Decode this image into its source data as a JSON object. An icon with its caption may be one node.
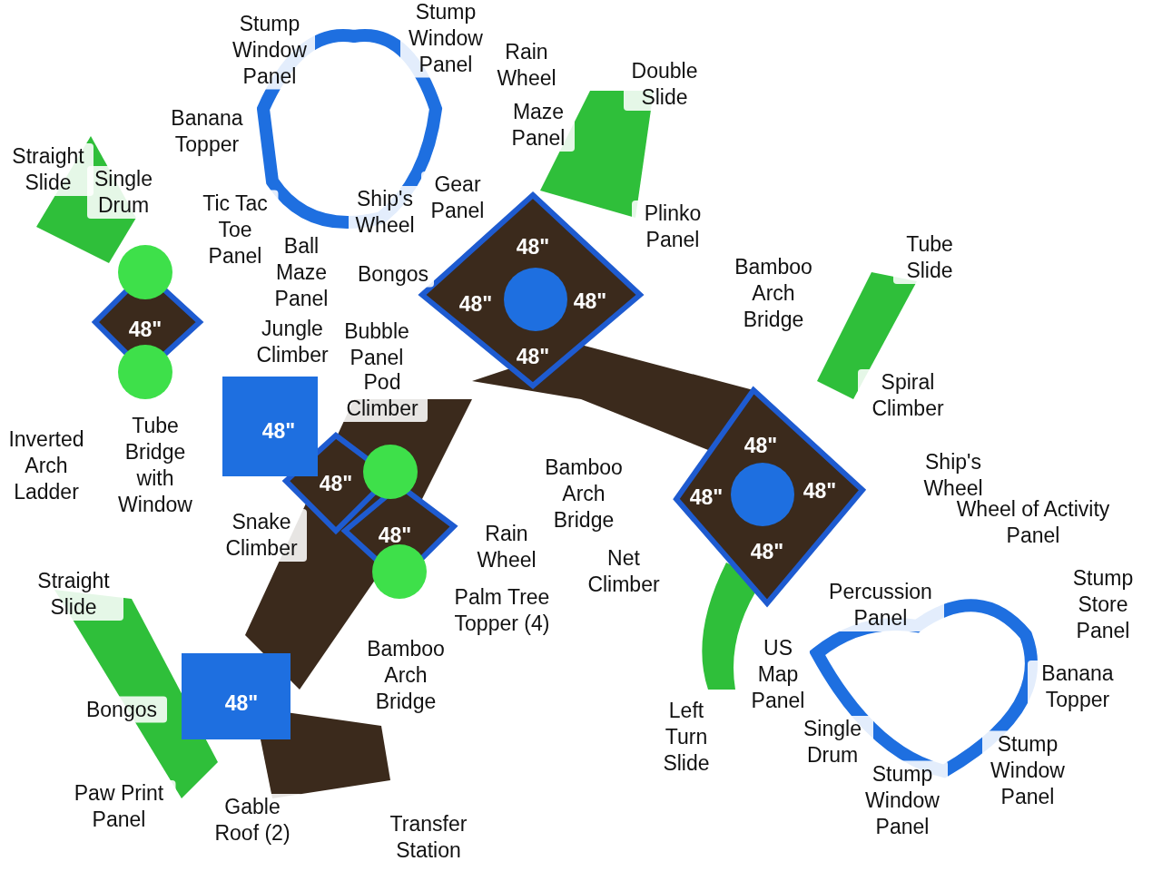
{
  "diagram": {
    "labels": [
      "Stump Window Panel",
      "Stump Window Panel",
      "Rain Wheel",
      "Double Slide",
      "Banana Topper",
      "Maze Panel",
      "Straight Slide",
      "Single Drum",
      "Tic Tac Toe Panel",
      "Gear Panel",
      "Ship's Wheel",
      "Plinko Panel",
      "Tube Slide",
      "Ball Maze Panel",
      "Bongos",
      "Bamboo Arch Bridge",
      "48\"",
      "48\"",
      "48\"",
      "48\"",
      "Jungle Climber",
      "Bubble Panel",
      "48\"",
      "Spiral Climber",
      "Pod Climber",
      "Tube Bridge with Window",
      "Inverted Arch Ladder",
      "48\"",
      "48\"",
      "Bamboo Arch Bridge",
      "Ship's Wheel",
      "48\"",
      "48\"",
      "48\"",
      "Wheel of Activity Panel",
      "Snake Climber",
      "48\"",
      "Rain Wheel",
      "Net Climber",
      "48\"",
      "Straight Slide",
      "Stump Store Panel",
      "Percussion Panel",
      "Palm Tree Topper (4)",
      "US Map Panel",
      "Bamboo Arch Bridge",
      "Banana Topper",
      "48\"",
      "Bongos",
      "Left Turn Slide",
      "Single Drum",
      "Stump Window Panel",
      "Stump Window Panel",
      "Paw Print Panel",
      "Gable Roof (2)",
      "Transfer Station"
    ]
  }
}
